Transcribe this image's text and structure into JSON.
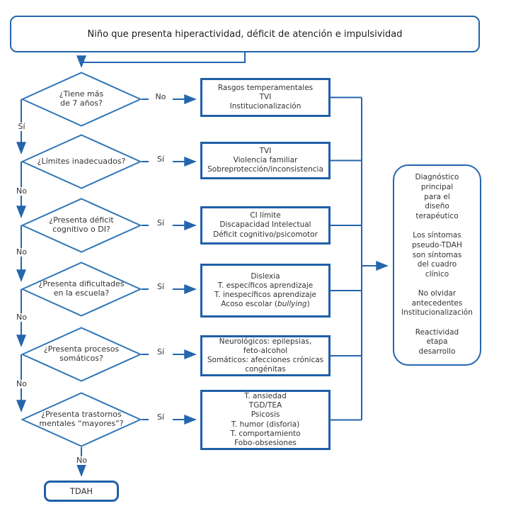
{
  "diagram_title": "Niño que presenta hiperactividad, déficit de atención e impulsividad",
  "decisions": [
    {
      "label": "¿Tiene más\nde 7 años?",
      "answer_right": "No",
      "answer_down": "Sí"
    },
    {
      "label": "¿Límites inadecuados?",
      "answer_right": "Sí",
      "answer_down": "No"
    },
    {
      "label": "¿Presenta déficit\ncognitivo o DI?",
      "answer_right": "Sí",
      "answer_down": "No"
    },
    {
      "label": "¿Presenta dificultades\nen la escuela?",
      "answer_right": "Sí",
      "answer_down": "No"
    },
    {
      "label": "¿Presenta procesos\nsomáticos?",
      "answer_right": "Sí",
      "answer_down": "No"
    },
    {
      "label": "¿Presenta trastornos\nmentales “mayores”?",
      "answer_right": "Sí",
      "answer_down": "No"
    }
  ],
  "result_boxes": [
    {
      "text": "Rasgos temperamentales\nTVI\nInstitucionalización"
    },
    {
      "text": "TVI\nViolencia familiar\nSobreprotección/inconsistencia"
    },
    {
      "text": "CI límite\nDiscapacidad Intelectual\nDéficit cognitivo/psicomotor"
    },
    {
      "text": "Dislexia\nT. específicos aprendizaje\nT. inespecíficos aprendizaje",
      "last_line_pre": "Acoso escolar (",
      "last_line_italic": "bullying",
      "last_line_post": ")"
    },
    {
      "text": "Neurológicos: epilepsias,\nfeto-alcohol\nSomáticos: afecciones crónicas\ncongénitas"
    },
    {
      "text": "T. ansiedad\nTGD/TEA\nPsicosis\nT. humor (disforia)\nT. comportamiento\nFobo-obsesiones"
    }
  ],
  "side_note": "Diagnóstico\nprincipal\npara el\ndiseño\nterapéutico\n\nLos síntomas\npseudo-TDAH\nson síntomas\ndel cuadro\nclínico\n\nNo olvidar\nantecedentes\nInstitucionalización\n\nReactividad\netapa\ndesarrollo",
  "final_node_label": "TDAH",
  "colors": {
    "connector_blue": "#2565AE",
    "box_border_blue": "#1F5FA8",
    "text_color": "#333333",
    "background": "#FFFFFF"
  }
}
